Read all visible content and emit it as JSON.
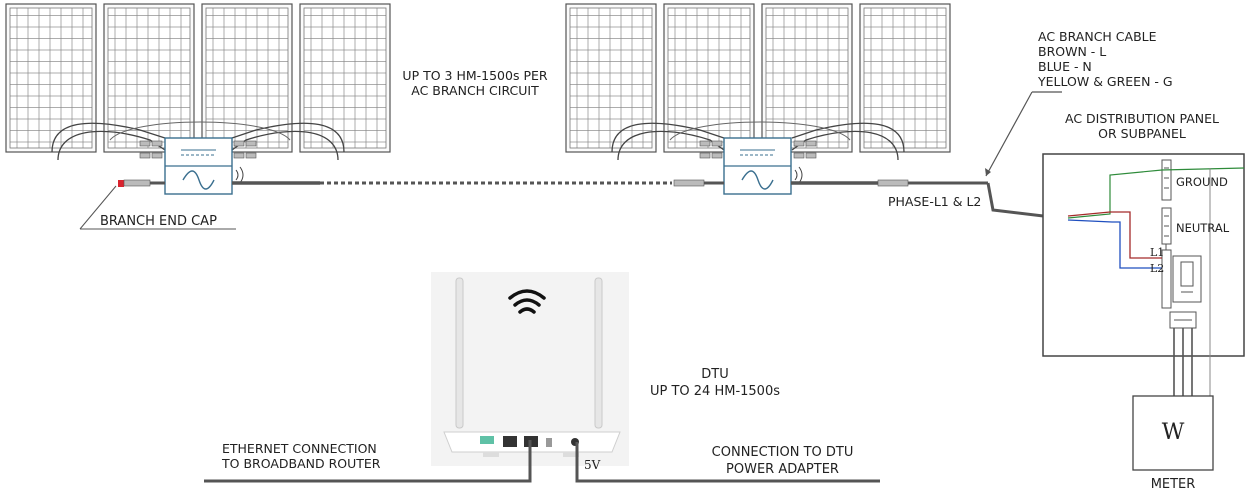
{
  "labels": {
    "branch_limit_line1": "UP TO 3 HM-1500s PER",
    "branch_limit_line2": "AC BRANCH CIRCUIT",
    "ac_cable_title": "AC BRANCH CABLE",
    "ac_cable_brown": "BROWN - L",
    "ac_cable_blue": "BLUE - N",
    "ac_cable_yg": "YELLOW & GREEN - G",
    "panel_line1": "AC DISTRIBUTION PANEL",
    "panel_line2": "OR SUBPANEL",
    "ground": "GROUND",
    "neutral": "NEUTRAL",
    "l1": "L1",
    "l2": "L2",
    "phase": "PHASE-L1 & L2",
    "end_cap": "BRANCH END CAP",
    "dtu_line1": "DTU",
    "dtu_line2": "UP TO 24 HM-1500s",
    "ethernet_line1": "ETHERNET CONNECTION",
    "ethernet_line2": "TO BROADBAND ROUTER",
    "power_line1": "CONNECTION TO DTU",
    "power_line2": "POWER ADAPTER",
    "five_v": "5V",
    "meter_symbol": "W",
    "meter": "METER"
  },
  "colors": {
    "wire_brown": "#a52a2a",
    "wire_blue": "#1f4fbf",
    "wire_green": "#2e8b3a",
    "cable": "#555555",
    "end_cap": "#d9232e"
  },
  "icons": {
    "solar_panel": "solar-panel-icon",
    "microinverter": "microinverter-icon",
    "wifi": "wifi-icon",
    "dtu": "dtu-device-icon",
    "meter": "meter-icon"
  }
}
